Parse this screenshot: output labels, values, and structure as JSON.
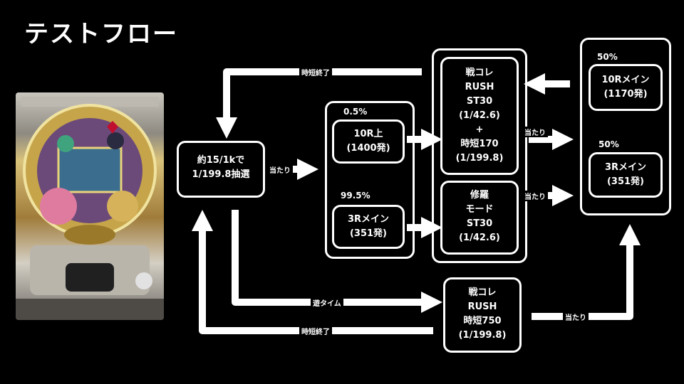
{
  "title": "テストフロー",
  "machine_image_alt": "パチンコ台",
  "nodes": {
    "start": "約15/1kで\n1/199.8抽選",
    "r10_top": "10R上\n(1400発)",
    "r3_main_left": "3Rメイン\n(351発)",
    "rush_st30": "戦コレ\nRUSH\nST30\n(1/42.6)\n+\n時短170\n(1/199.8)",
    "shura_mode": "修羅\nモード\nST30\n(1/42.6)",
    "rush_750": "戦コレ\nRUSH\n時短750\n(1/199.8)",
    "r10_main": "10Rメイン\n(1170発)",
    "r3_main_right": "3Rメイン\n(351発)"
  },
  "percents": {
    "p_0_5": "0.5%",
    "p_99_5": "99.5%",
    "p_50_a": "50%",
    "p_50_b": "50%"
  },
  "labels": {
    "jitan_end_top": "時短終了",
    "atari_start": "当たり",
    "atari_rush": "当たり",
    "atari_shura": "当たり",
    "yu_time": "遊タイム",
    "jitan_end_bottom": "時短終了",
    "atari_bottom": "当たり"
  }
}
